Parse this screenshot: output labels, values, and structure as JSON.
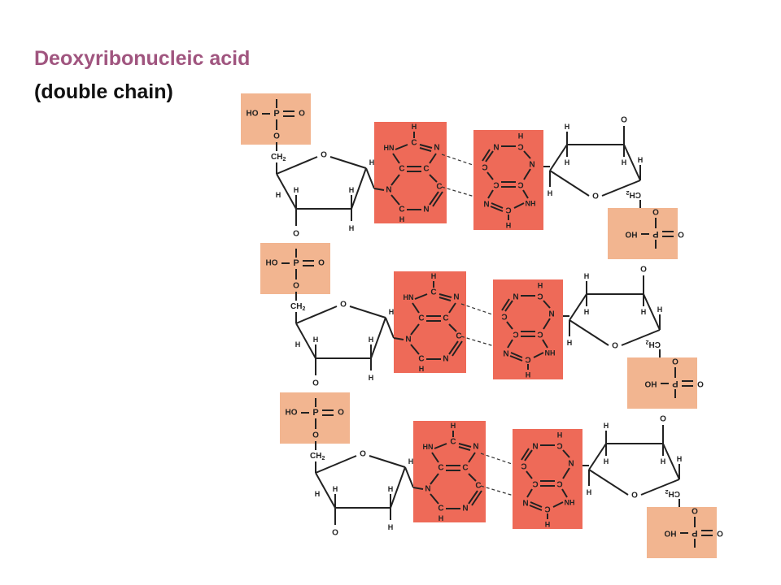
{
  "title": "Deoxyribonucleic acid",
  "subtitle": "(double chain)",
  "colors": {
    "title": "#a0557f",
    "subtitle": "#111111",
    "phosphate_box": "#f2b590",
    "base_box": "#ee6a58",
    "bond": "#222222"
  },
  "labels": {
    "O": "O",
    "H": "H",
    "C": "C",
    "N": "N",
    "P": "P",
    "HO": "HO",
    "OH": "OH",
    "HN": "HN",
    "NH": "NH",
    "CH2": "CH",
    "sub2": "2"
  },
  "units": 3
}
